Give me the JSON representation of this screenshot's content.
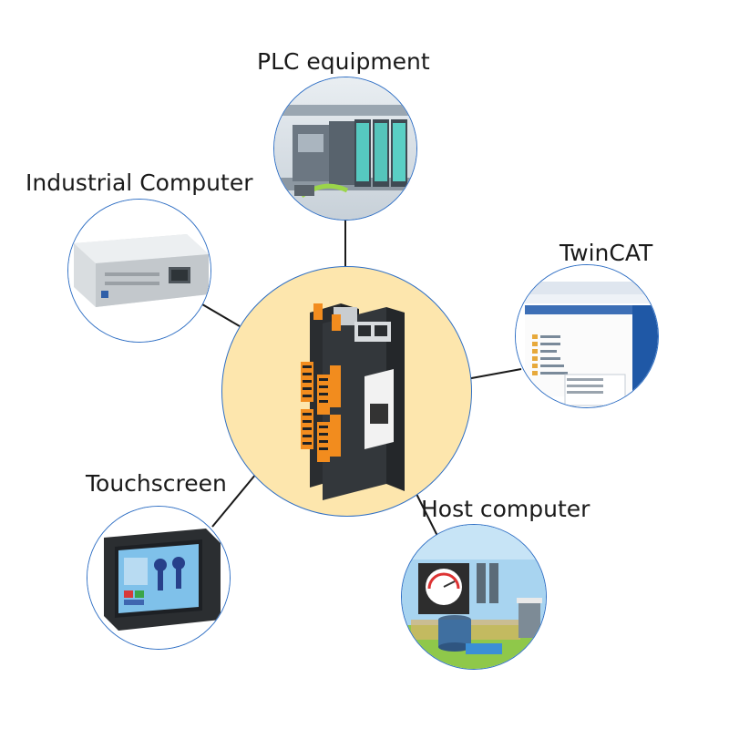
{
  "labels": {
    "plc": "PLC equipment",
    "industrial": "Industrial Computer",
    "twincat": "TwinCAT",
    "touchscreen": "Touchscreen",
    "host": "Host computer"
  },
  "colors": {
    "circle_border": "#2f6fc4",
    "center_fill": "#fde6ad",
    "connector": "#1a1a1a",
    "terminal_orange": "#f28c1e"
  },
  "icons": {
    "center": "io-module-device",
    "plc": "plc-rack-photo",
    "industrial": "rack-industrial-pc-photo",
    "twincat": "twincat-software-screenshot",
    "touchscreen": "hmi-touch-panel-photo",
    "host": "scada-host-screen-photo"
  }
}
